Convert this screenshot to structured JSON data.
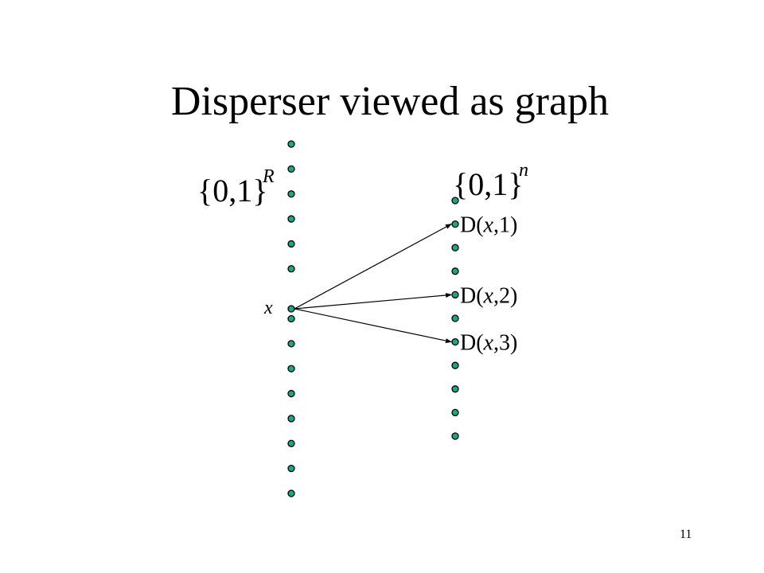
{
  "slide": {
    "title": "Disperser viewed as graph",
    "page_number": "11"
  },
  "left_set": {
    "base": "{0,1}",
    "exponent": "R",
    "vertex_label": "x",
    "vertex_count": 15,
    "source_index": 6
  },
  "right_set": {
    "base": "{0,1}",
    "exponent": "n",
    "vertex_count": 11
  },
  "edges": [
    {
      "target_index": 1,
      "label_prefix": "D(",
      "label_var": "x",
      "label_suffix": ",1)"
    },
    {
      "target_index": 4,
      "label_prefix": "D(",
      "label_var": "x",
      "label_suffix": ",2)"
    },
    {
      "target_index": 6,
      "label_prefix": "D(",
      "label_var": "x",
      "label_suffix": ",3)"
    }
  ],
  "colors": {
    "node_fill": "#18a888",
    "node_stroke": "#000000",
    "edge": "#000000"
  }
}
